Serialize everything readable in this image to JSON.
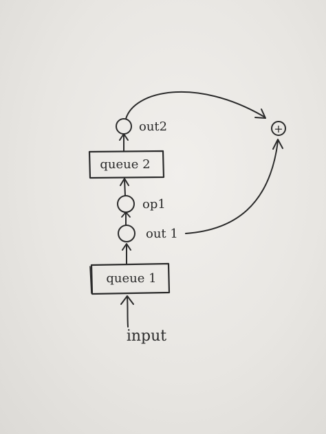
{
  "diagram": {
    "labels": {
      "input": "input",
      "queue1": "queue 1",
      "out1": "out 1",
      "op1": "op1",
      "queue2": "queue 2",
      "out2": "out2",
      "add_symbol": "+"
    }
  }
}
